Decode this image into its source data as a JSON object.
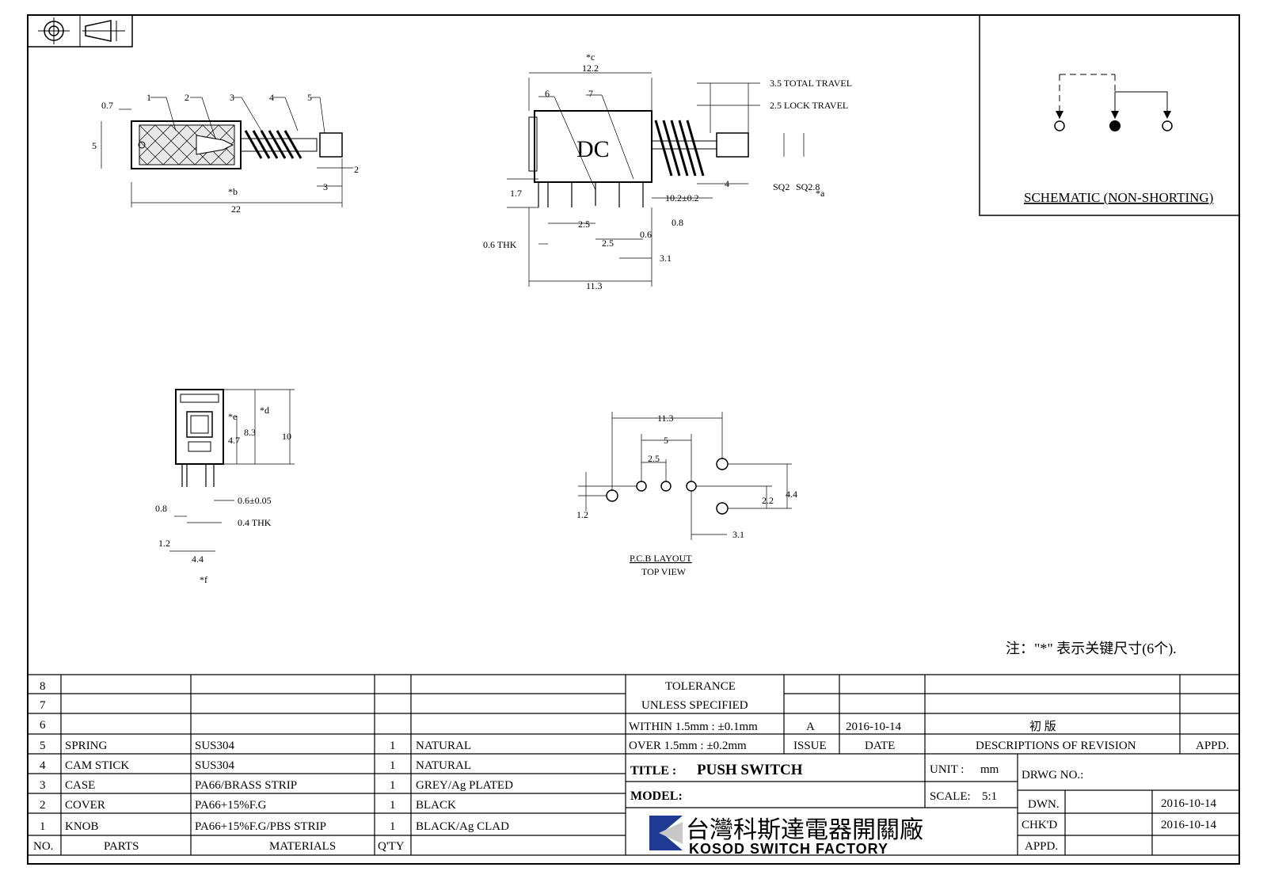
{
  "side_view": {
    "part_numbers": [
      "1",
      "2",
      "3",
      "4",
      "5"
    ],
    "dims": {
      "d07": "0.7",
      "d5": "5",
      "d2": "2",
      "d3": "3",
      "b": "*b",
      "d22": "22"
    }
  },
  "front_view": {
    "dims": {
      "c": "*c",
      "d122": "12.2",
      "d35": "3.5 TOTAL TRAVEL",
      "d25lock": "2.5 LOCK TRAVEL",
      "d17": "1.7",
      "d4": "4",
      "d102": "10.2±0.2",
      "sq2": "SQ2",
      "sq28": "SQ2.8",
      "a": "*a",
      "d25a": "2.5",
      "d25b": "2.5",
      "d06": "0.6",
      "d08": "0.8",
      "thk": "0.6 THK",
      "d31": "3.1",
      "d113": "11.3"
    },
    "part_numbers": [
      "6",
      "7"
    ],
    "dc_label": "DC"
  },
  "end_view": {
    "dims": {
      "e": "*e",
      "d": "*d",
      "d47": "4.7",
      "d83": "8.3",
      "d10": "10",
      "d06": "0.6±0.05",
      "d08": "0.8",
      "d04": "0.4 THK",
      "d12": "1.2",
      "d44": "4.4",
      "f": "*f"
    }
  },
  "pcb_layout": {
    "dims": {
      "d113": "11.3",
      "d5": "5",
      "d25": "2.5",
      "d12": "1.2",
      "d22": "2.2",
      "d44": "4.4",
      "d31": "3.1"
    },
    "title": "P.C.B LAYOUT",
    "subtitle": "TOP VIEW"
  },
  "schematic": {
    "title": "SCHEMATIC (NON-SHORTING)"
  },
  "note": "注：\"*\"  表示关键尺寸(6个).",
  "parts_table": {
    "rows": [
      {
        "no": "8",
        "part": "",
        "material": "",
        "qty": "",
        "finish": ""
      },
      {
        "no": "7",
        "part": "",
        "material": "",
        "qty": "",
        "finish": ""
      },
      {
        "no": "6",
        "part": "",
        "material": "",
        "qty": "",
        "finish": ""
      },
      {
        "no": "5",
        "part": "SPRING",
        "material": "SUS304",
        "qty": "1",
        "finish": "NATURAL"
      },
      {
        "no": "4",
        "part": "CAM STICK",
        "material": "SUS304",
        "qty": "1",
        "finish": "NATURAL"
      },
      {
        "no": "3",
        "part": "CASE",
        "material": "PA66/BRASS STRIP",
        "qty": "1",
        "finish": "GREY/Ag PLATED"
      },
      {
        "no": "2",
        "part": "COVER",
        "material": "PA66+15%F.G",
        "qty": "1",
        "finish": "BLACK"
      },
      {
        "no": "1",
        "part": "KNOB",
        "material": "PA66+15%F.G/PBS STRIP",
        "qty": "1",
        "finish": "BLACK/Ag CLAD"
      }
    ],
    "headers": {
      "no": "NO.",
      "parts": "PARTS",
      "materials": "MATERIALS",
      "qty": "Q'TY"
    }
  },
  "tolerance": {
    "l1": "TOLERANCE",
    "l2": "UNLESS  SPECIFIED",
    "l3": "WITHIN 1.5mm : ±0.1mm",
    "l4": "OVER 1.5mm : ±0.2mm"
  },
  "revision": {
    "issue": "A",
    "date": "2016-10-14",
    "desc": "初    版",
    "h_issue": "ISSUE",
    "h_date": "DATE",
    "h_desc": "DESCRIPTIONS OF REVISION",
    "h_appd": "APPD."
  },
  "title_block": {
    "title_label": "TITLE :",
    "title": "PUSH SWITCH",
    "unit_label": "UNIT :",
    "unit": "mm",
    "model_label": "MODEL:",
    "scale_label": "SCALE:",
    "scale": "5:1",
    "drwg_label": "DRWG NO.:",
    "dwn_label": "DWN.",
    "dwn_date": "2016-10-14",
    "chkd_label": "CHK'D",
    "chkd_date": "2016-10-14",
    "appd_label": "APPD.",
    "company_cn": "台灣科斯達電器開關廠",
    "company_en": "KOSOD SWITCH FACTORY"
  }
}
